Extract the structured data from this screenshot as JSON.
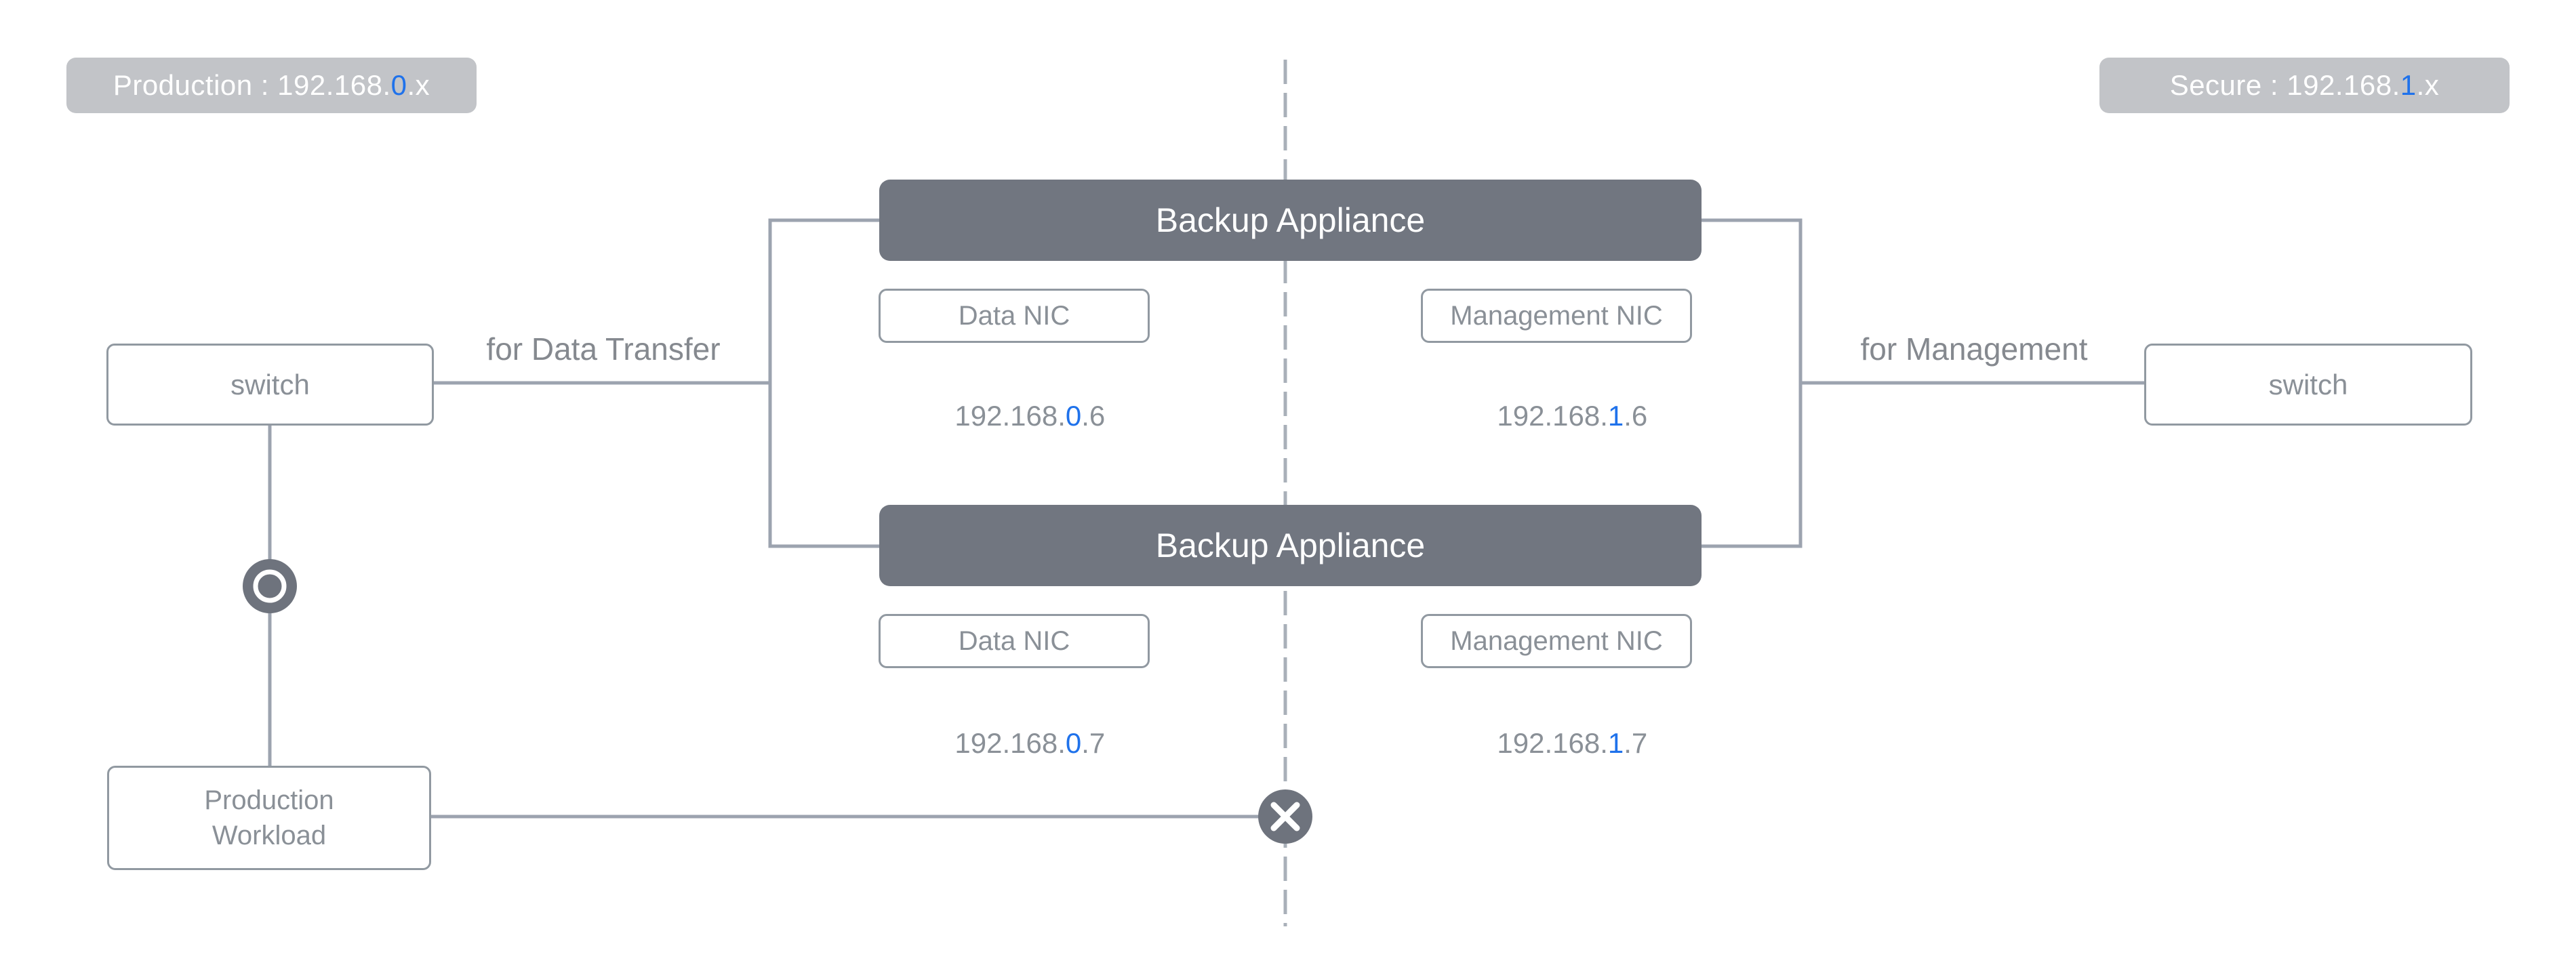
{
  "badges": {
    "production": {
      "prefix": "Production : 192.168.",
      "highlight": "0",
      "suffix": ".x"
    },
    "secure": {
      "prefix": "Secure : 192.168.",
      "highlight": "1",
      "suffix": ".x"
    }
  },
  "appliances": [
    {
      "title": "Backup Appliance",
      "data_nic": {
        "label": "Data NIC",
        "ip": {
          "prefix": "192.168.",
          "highlight": "0",
          "suffix": ".6"
        }
      },
      "management_nic": {
        "label": "Management NIC",
        "ip": {
          "prefix": "192.168.",
          "highlight": "1",
          "suffix": ".6"
        }
      }
    },
    {
      "title": "Backup Appliance",
      "data_nic": {
        "label": "Data NIC",
        "ip": {
          "prefix": "192.168.",
          "highlight": "0",
          "suffix": ".7"
        }
      },
      "management_nic": {
        "label": "Management NIC",
        "ip": {
          "prefix": "192.168.",
          "highlight": "1",
          "suffix": ".7"
        }
      }
    }
  ],
  "switches": {
    "data": {
      "label": "switch"
    },
    "management": {
      "label": "switch"
    }
  },
  "edge_labels": {
    "data_transfer": "for Data Transfer",
    "management": "for Management"
  },
  "workload": {
    "line1": "Production",
    "line2": "Workload"
  },
  "colors": {
    "accent_blue": "#1f72eb",
    "appliance_fill": "#717680",
    "badge_bg": "#c2c4c8",
    "line": "#9ca3af",
    "dashed_line": "#a9b0b9",
    "icon_fill": "#6e737d",
    "box_border": "#9199a1",
    "box_text": "#8a9097"
  }
}
